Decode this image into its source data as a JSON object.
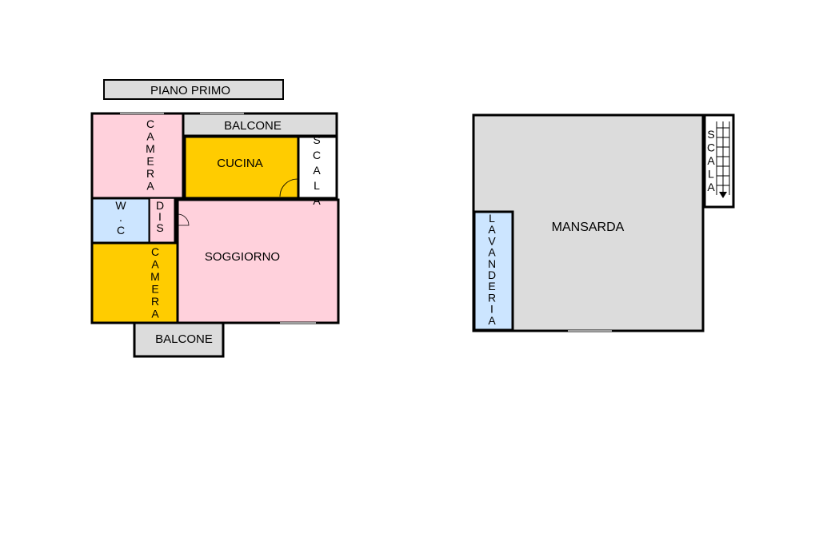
{
  "plan_title": "PIANO PRIMO",
  "rooms": {
    "camera_top": "CAMERA",
    "balcone_top": "BALCONE",
    "cucina": "CUCINA",
    "scala_left": "SCALA",
    "wc": "W.C",
    "dis": "DIS",
    "soggiorno": "SOGGIORNO",
    "camera_bottom": "CAMERA",
    "balcone_bottom": "BALCONE",
    "mansarda": "MANSARDA",
    "lavanderia": "LAVANDERIA",
    "scala_right": "SCALA"
  },
  "colors": {
    "pink": "#ffd1dc",
    "yellow": "#ffcc00",
    "blue": "#cce5ff",
    "grey": "#dcdcdc",
    "white": "#ffffff"
  }
}
